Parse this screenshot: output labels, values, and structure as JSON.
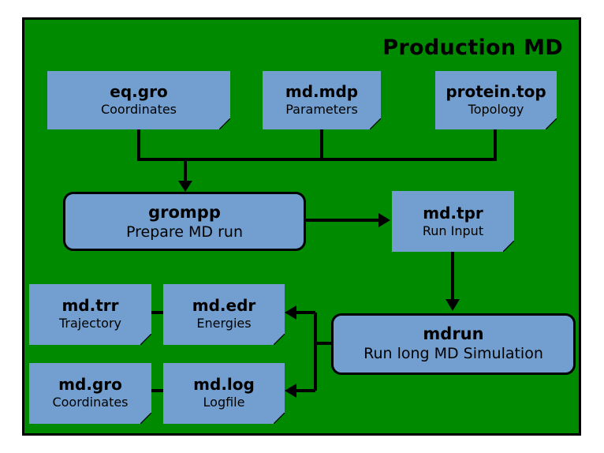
{
  "title": "Production MD",
  "inputs": [
    {
      "name": "eq.gro",
      "desc": "Coordinates"
    },
    {
      "name": "md.mdp",
      "desc": "Parameters"
    },
    {
      "name": "protein.top",
      "desc": "Topology"
    }
  ],
  "grompp": {
    "name": "grompp",
    "desc": "Prepare MD run"
  },
  "tpr": {
    "name": "md.tpr",
    "desc": "Run Input"
  },
  "mdrun": {
    "name": "mdrun",
    "desc": "Run long MD Simulation"
  },
  "outputs": [
    {
      "name": "md.trr",
      "desc": "Trajectory"
    },
    {
      "name": "md.edr",
      "desc": "Energies"
    },
    {
      "name": "md.gro",
      "desc": "Coordinates"
    },
    {
      "name": "md.log",
      "desc": "Logfile"
    }
  ],
  "colors": {
    "background": "#008a00",
    "box": "#729fcf",
    "line": "#000000"
  }
}
